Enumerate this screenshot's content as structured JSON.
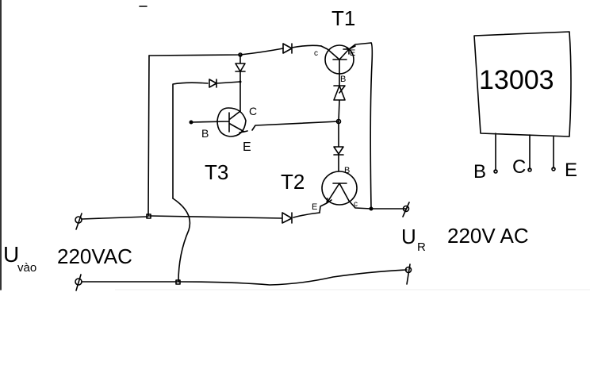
{
  "title_mark": "-",
  "transistors": {
    "t1": "T1",
    "t2": "T2",
    "t3": "T3"
  },
  "pins": {
    "b": "B",
    "c": "C",
    "e": "E",
    "c_small": "c",
    "e_small": "E",
    "b_small": "B"
  },
  "package": {
    "part_number": "13003",
    "pins": [
      "B",
      "C",
      "E"
    ]
  },
  "input_label": {
    "symbol": "U",
    "subscript": "vào",
    "value": "220VAC"
  },
  "output_label": {
    "symbol": "U",
    "subscript": "R",
    "value": "220V AC"
  }
}
